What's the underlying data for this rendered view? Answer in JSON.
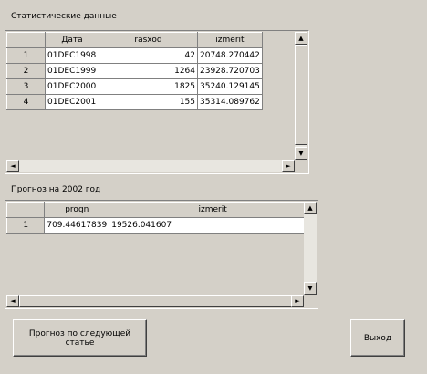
{
  "stats": {
    "title": "Статистические данные",
    "columns": [
      "Дата",
      "rasxod",
      "izmerit"
    ],
    "rows": [
      {
        "index": "1",
        "date": "01DEC1998",
        "rasxod": "42",
        "izmerit": "20748.270442"
      },
      {
        "index": "2",
        "date": "01DEC1999",
        "rasxod": "1264",
        "izmerit": "23928.720703"
      },
      {
        "index": "3",
        "date": "01DEC2000",
        "rasxod": "1825",
        "izmerit": "35240.129145"
      },
      {
        "index": "4",
        "date": "01DEC2001",
        "rasxod": "155",
        "izmerit": "35314.089762"
      }
    ]
  },
  "forecast": {
    "title": "Прогноз на 2002 год",
    "columns": [
      "progn",
      "izmerit"
    ],
    "rows": [
      {
        "index": "1",
        "progn": "709.44617839",
        "izmerit": "19526.041607"
      }
    ]
  },
  "buttons": {
    "next_forecast": "Прогноз по следующей статье",
    "exit": "Выход"
  },
  "icons": {
    "up": "▲",
    "down": "▼",
    "left": "◄",
    "right": "►"
  }
}
